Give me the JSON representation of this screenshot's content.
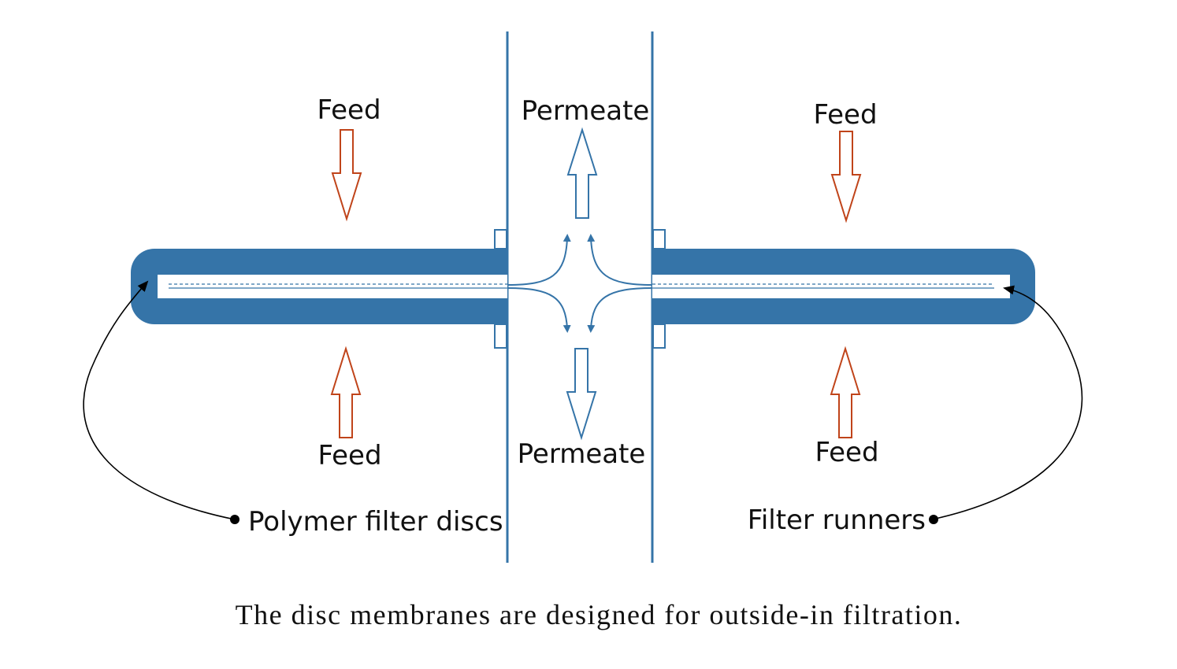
{
  "labels": {
    "feed_top_left": "Feed",
    "feed_top_right": "Feed",
    "feed_bottom_left": "Feed",
    "feed_bottom_right": "Feed",
    "permeate_top": "Permeate",
    "permeate_bottom": "Permeate",
    "polymer_filter_discs": "Polymer filter discs",
    "filter_runners": "Filter runners"
  },
  "caption": "The disc membranes are designed for outside-in filtration.",
  "colors": {
    "structure": "#3574a8",
    "feed_arrow": "#c0441a",
    "permeate_arrow": "#3574a8",
    "leader_line": "#000000",
    "text": "#111111"
  }
}
